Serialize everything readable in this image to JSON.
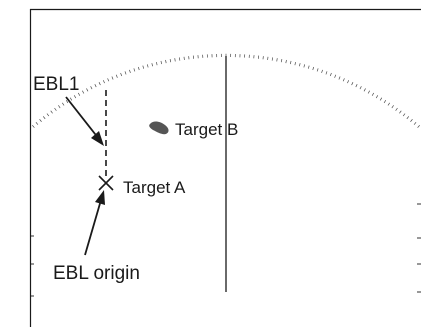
{
  "labels": {
    "ebl1": "EBL1",
    "target_b": "Target B",
    "target_a": "Target A",
    "ebl_origin": "EBL origin"
  },
  "colors": {
    "ink": "#1a1a1a",
    "target_fill": "#555555",
    "background": "#ffffff"
  },
  "markers": {
    "target_a_symbol": "cross-mark",
    "target_b_symbol": "filled-echo-blob"
  }
}
